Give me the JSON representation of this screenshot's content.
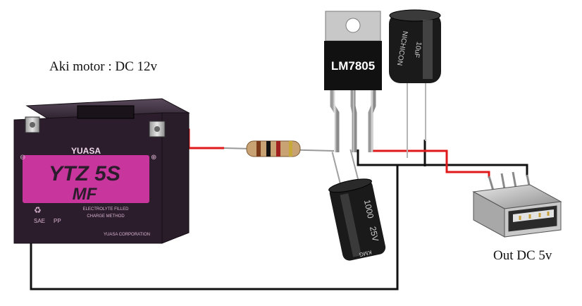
{
  "labels": {
    "battery_caption": "Aki motor : DC 12v",
    "output_caption": "Out DC 5v"
  },
  "battery": {
    "brand": "YUASA",
    "model": "YTZ 5S",
    "sub_model": "MF",
    "electrolyte_note": "ELECTROLYTE FILLED",
    "charge_note": "CHARGE METHOD",
    "maker": "YUASA CORPORATION",
    "sae": "SAE",
    "pp": "PP",
    "body_color": "#2b1d2c",
    "label_color": "#c8359d"
  },
  "regulator": {
    "part": "LM7805",
    "body_color": "#111111",
    "tab_color": "#c8c8c8"
  },
  "capacitor_large": {
    "marking_top": "1000",
    "marking_mid": "25V",
    "marking_bot": "KMG",
    "body_color": "#1a1a1a"
  },
  "capacitor_small": {
    "marking_top": "NICHICON",
    "marking_mid": "10uF",
    "body_color": "#1a1a1a"
  },
  "wires": {
    "positive_color": "#e0191b",
    "ground_color": "#111111"
  }
}
